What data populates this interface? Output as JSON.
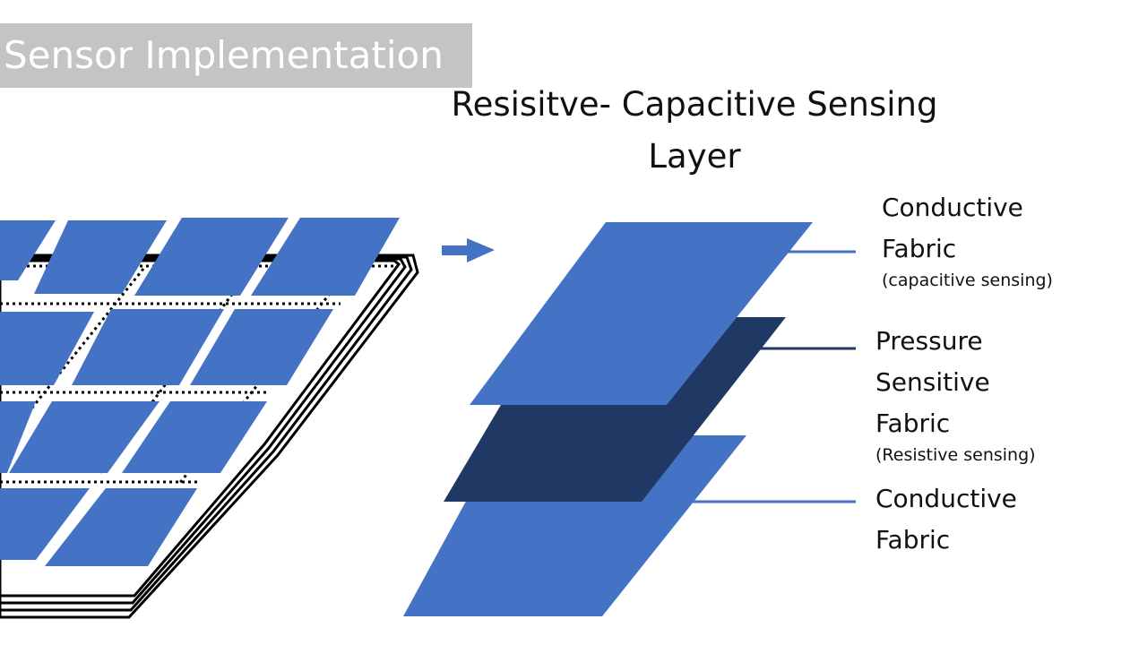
{
  "section_tag": "Sensor Implementation",
  "heading": {
    "line1": "Resisitve- Capacitive Sensing",
    "line2": "Layer"
  },
  "colors": {
    "patch_blue": "#4472c4",
    "pressure_navy": "#203864",
    "section_tag_bg": "#c4c4c4",
    "wire": "#000000"
  },
  "arrow_icon": "right-arrow-icon",
  "layers": {
    "top": {
      "line1": "Conductive",
      "line2": "Fabric",
      "note": "(capacitive sensing)"
    },
    "middle": {
      "line1": "Pressure",
      "line2": "Sensitive",
      "line3": "Fabric",
      "note": "(Resistive sensing)"
    },
    "bottom": {
      "line1": "Conductive",
      "line2": "Fabric"
    }
  }
}
